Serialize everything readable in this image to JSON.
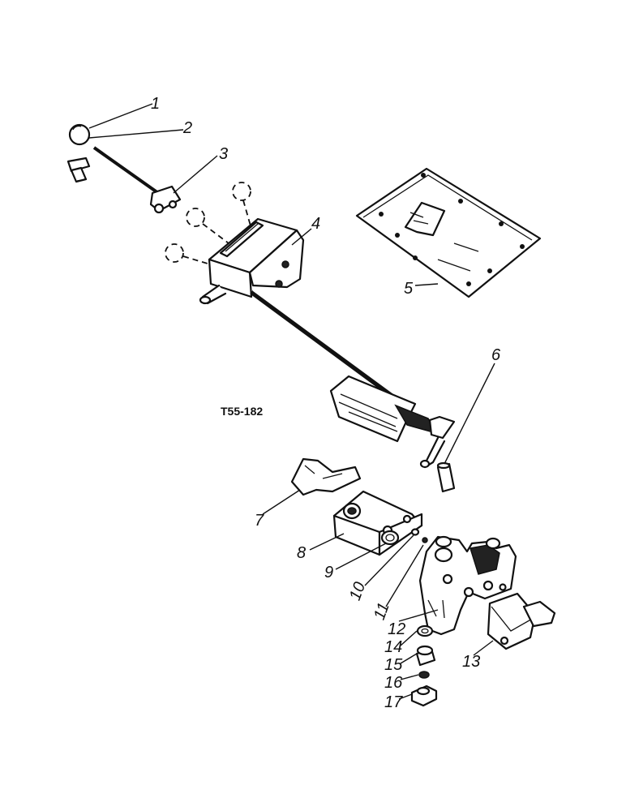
{
  "drawing_code": "T55-182",
  "callouts": [
    "1",
    "2",
    "3",
    "4",
    "5",
    "6",
    "7",
    "8",
    "9",
    "10",
    "11",
    "12",
    "13",
    "14",
    "15",
    "16",
    "17"
  ]
}
